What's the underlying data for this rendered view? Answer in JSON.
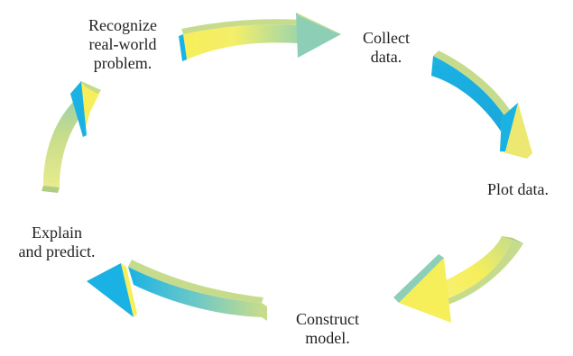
{
  "diagram": {
    "steps": [
      {
        "id": "recognize",
        "lines": [
          "Recognize",
          "real-world",
          "problem."
        ]
      },
      {
        "id": "collect",
        "lines": [
          "Collect",
          "data."
        ]
      },
      {
        "id": "plot",
        "lines": [
          "Plot data."
        ]
      },
      {
        "id": "construct",
        "lines": [
          "Construct",
          "model."
        ]
      },
      {
        "id": "explain",
        "lines": [
          "Explain",
          "and predict."
        ]
      }
    ],
    "colors": {
      "yellow": "#f6ef5a",
      "pale_yellow": "#f8f3a6",
      "green": "#c6dc8c",
      "teal": "#8ccfb6",
      "blue": "#1ab2e4",
      "side_shade": "#b0cd80"
    }
  }
}
